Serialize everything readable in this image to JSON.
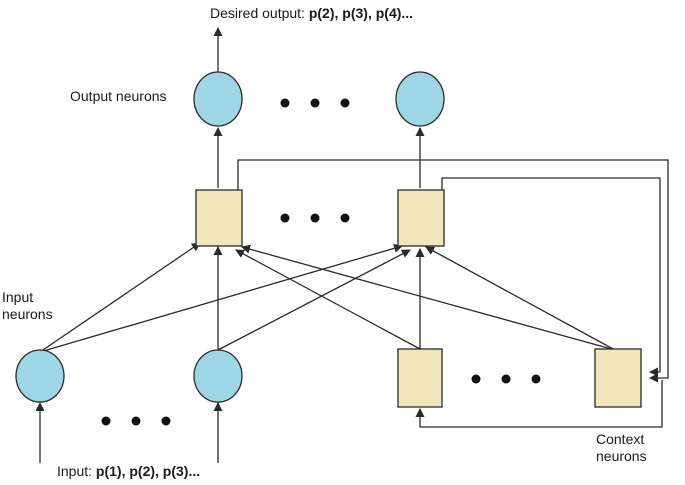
{
  "labels": {
    "desired_output_prefix": "Desired output: ",
    "desired_output_values": "p(2), p(3), p(4)...",
    "output_neurons": "Output neurons",
    "input_neurons_line1": "Input",
    "input_neurons_line2": "neurons",
    "input_prefix": "Input: ",
    "input_values": "p(1), p(2), p(3)...",
    "context_neurons_line1": "Context",
    "context_neurons_line2": "neurons"
  },
  "colors": {
    "neuron_fill": "#9fd6e6",
    "unit_fill": "#f2e6bd",
    "stroke": "#2a2a2a",
    "text": "#1a1a1a"
  }
}
